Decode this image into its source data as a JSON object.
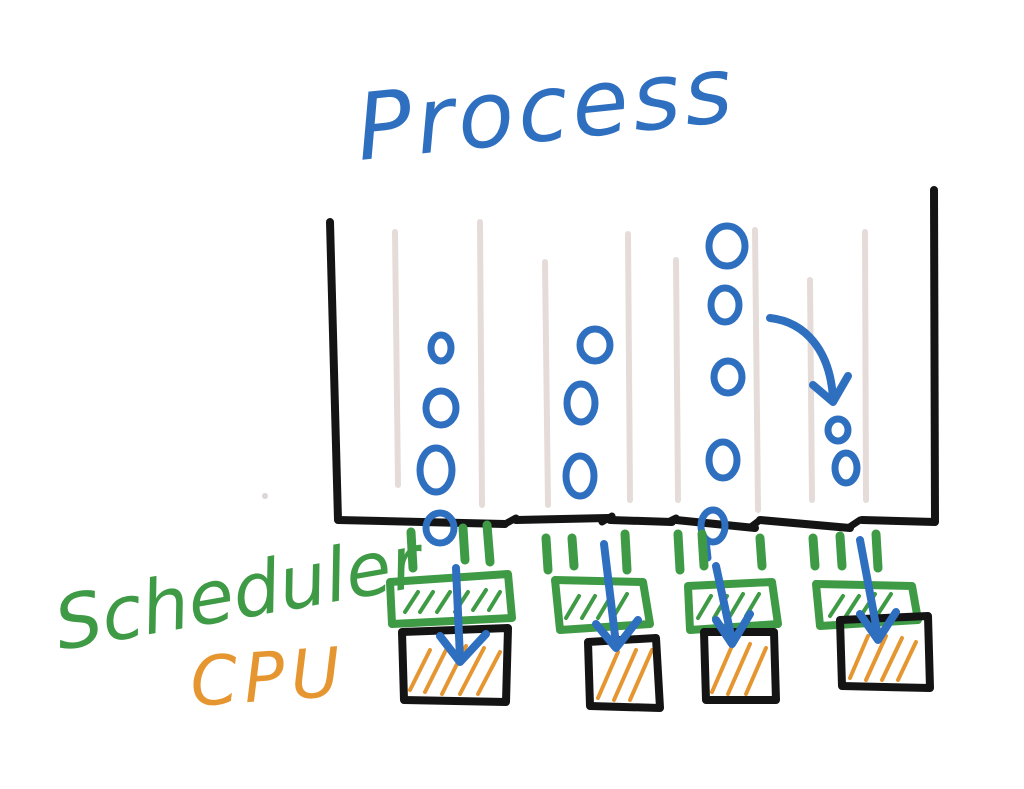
{
  "labels": {
    "process": "Process",
    "scheduler": "Scheduler",
    "cpu": "CPU"
  },
  "colors": {
    "process_blue": "#2f6fc0",
    "scheduler_green": "#3e9a45",
    "cpu_orange": "#e69630",
    "outline_black": "#141414",
    "lane_gray": "#e5dcd9"
  }
}
